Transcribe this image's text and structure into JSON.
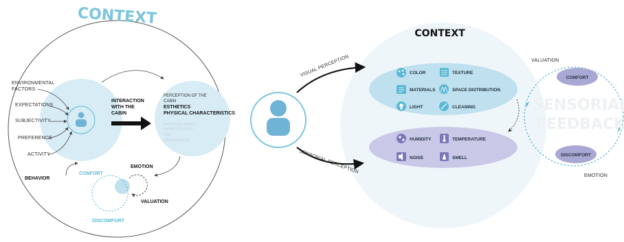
{
  "left": {
    "title": "CONTEXT",
    "factors": [
      "ENVIRONMENTAL",
      "FACTORS",
      "EXPECTATIONS",
      "SUBJECTIVITY",
      "PREFERENCE",
      "ACTIVITY"
    ],
    "interaction": [
      "INTERACTION",
      "WITH THE",
      "CABIN"
    ],
    "perception_lines": [
      "PERCEPTION OF THE",
      "CABIN"
    ],
    "esthetics": "ESTHETICS",
    "physical_characteristics": "PHYSICAL CHARACTERISTICS",
    "physical_impact": [
      "PHYSICAL IMPACT",
      "WITH THE BODY"
    ],
    "use": "USE",
    "ergonomics": "ERGONOMICS",
    "emotion": "EMOTION",
    "comfort": "CONFORT",
    "behavior": "BEHAVIOR",
    "valuation": "VALUATION",
    "discomfort": "DISCOMFORT"
  },
  "right": {
    "title": "CONTEXT",
    "visual_perception": "VISUAL PERCEPTION",
    "sensorial_perception": "SENSORIAL PERCEPTION",
    "visual_items": [
      {
        "label": "COLOR",
        "icon": "palette-icon"
      },
      {
        "label": "TEXTURE",
        "icon": "texture-icon"
      },
      {
        "label": "MATERIALS",
        "icon": "materials-icon"
      },
      {
        "label": "SPACE DISTRIBUTION",
        "icon": "space-distribution-icon"
      },
      {
        "label": "LIGHT",
        "icon": "light-bulb-icon"
      },
      {
        "label": "CLEANING",
        "icon": "cleaning-icon"
      }
    ],
    "sensorial_items": [
      {
        "label": "HUMIDITY",
        "icon": "humidity-icon"
      },
      {
        "label": "TEMPERATURE",
        "icon": "thermometer-icon"
      },
      {
        "label": "NOISE",
        "icon": "noise-icon"
      },
      {
        "label": "SMELL",
        "icon": "smell-icon"
      }
    ],
    "valuation": "VALUATION",
    "comfort": "COMFORT",
    "discomfort": "DISCOMFORT",
    "emotion": "EMOTION",
    "feedback_line1": "SENSORIAL",
    "feedback_line2": "FEEDBACK"
  },
  "colors": {
    "light_blue": "#d7ecf5",
    "mid_blue": "#bfe0ee",
    "accent_blue": "#5bb8d4",
    "user_blue": "#6fb4d6",
    "lavender": "#c9c9e7",
    "lavender_dark": "#a9a8d4",
    "dark": "#111111"
  }
}
